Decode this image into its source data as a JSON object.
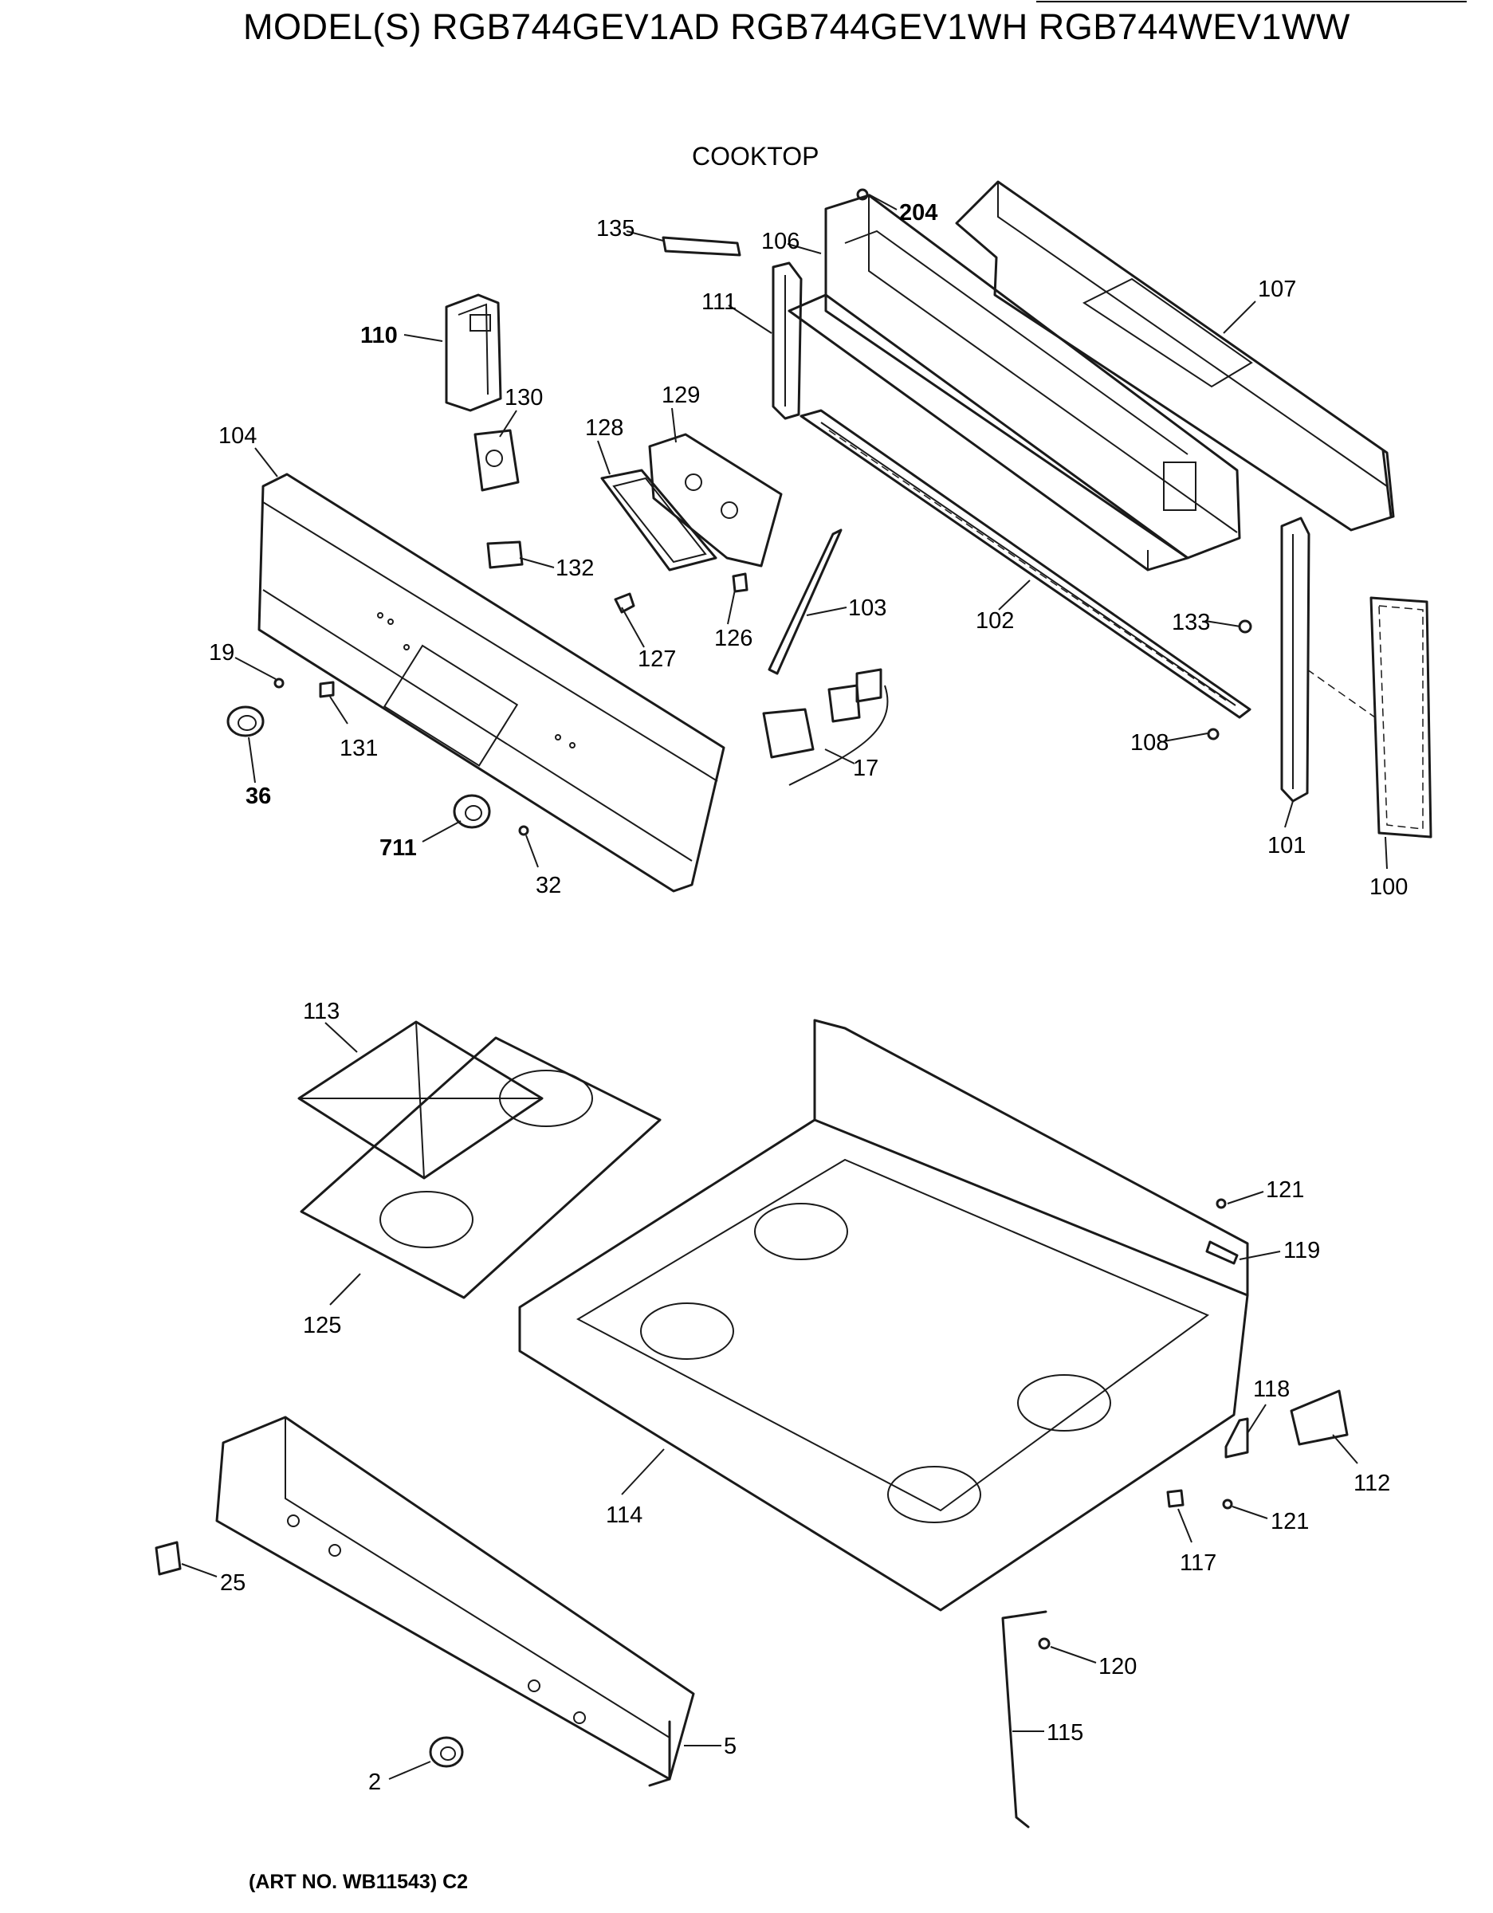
{
  "header": {
    "models": "MODEL(S) RGB744GEV1AD  RGB744GEV1WH  RGB744WEV1WW",
    "section": "COOKTOP"
  },
  "footer": {
    "art_no": "(ART NO. WB11543) C2"
  },
  "callouts": {
    "p204": "204",
    "p135": "135",
    "p106": "106",
    "p107": "107",
    "p110": "110",
    "p111": "111",
    "p129": "129",
    "p130": "130",
    "p128": "128",
    "p104": "104",
    "p132": "132",
    "p103": "103",
    "p102": "102",
    "p133": "133",
    "p127": "127",
    "p126": "126",
    "p19": "19",
    "p131": "131",
    "p36": "36",
    "p711": "711",
    "p32": "32",
    "p17": "17",
    "p108": "108",
    "p101": "101",
    "p100": "100",
    "p113": "113",
    "p125": "125",
    "p121a": "121",
    "p119": "119",
    "p114": "114",
    "p118": "118",
    "p112": "112",
    "p121b": "121",
    "p117": "117",
    "p25": "25",
    "p120": "120",
    "p115": "115",
    "p5": "5",
    "p2": "2"
  }
}
